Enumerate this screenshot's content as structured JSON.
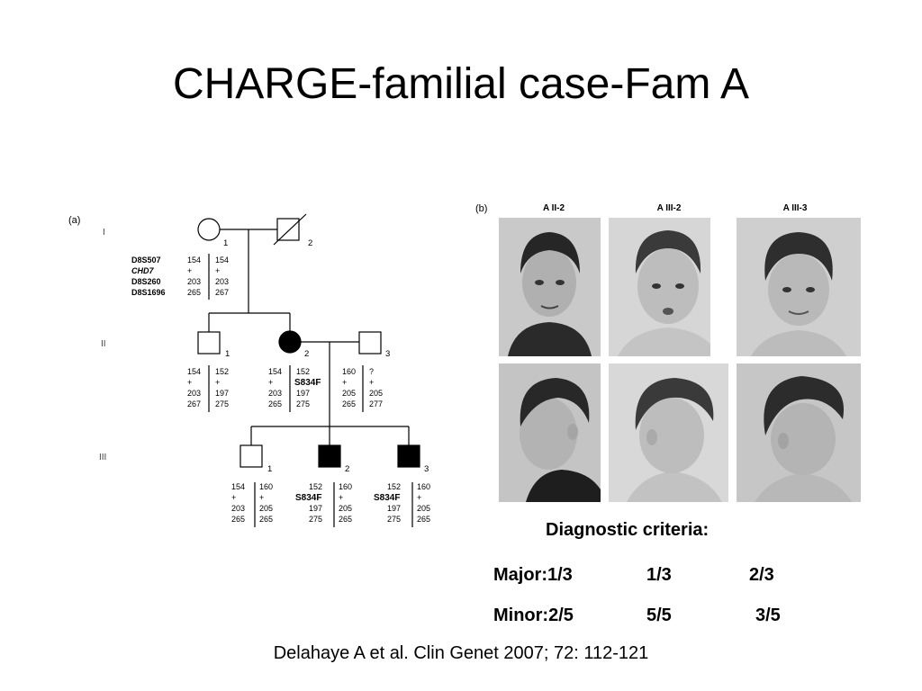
{
  "title": "CHARGE-familial case-Fam A",
  "panel_a": {
    "label": "(a)",
    "generations": [
      "I",
      "II",
      "III"
    ],
    "markers": [
      "D8S507",
      "CHD7",
      "D8S260",
      "D8S1696"
    ],
    "members": {
      "I1": {
        "num": "1",
        "left": [
          "154",
          "+",
          "203",
          "265"
        ],
        "right": [
          "154",
          "+",
          "203",
          "267"
        ]
      },
      "I2": {
        "num": "2"
      },
      "II1": {
        "num": "1",
        "left": [
          "154",
          "+",
          "203",
          "267"
        ],
        "right": [
          "152",
          "+",
          "197",
          "275"
        ]
      },
      "II2": {
        "num": "2",
        "left": [
          "154",
          "+",
          "203",
          "265"
        ],
        "right": [
          "152",
          "S834F",
          "197",
          "275"
        ]
      },
      "II3": {
        "num": "3",
        "left": [
          "160",
          "+",
          "205",
          "265"
        ],
        "right": [
          "?",
          "+",
          "205",
          "277"
        ]
      },
      "III1": {
        "num": "1",
        "left": [
          "154",
          "+",
          "203",
          "265"
        ],
        "right": [
          "160",
          "+",
          "205",
          "265"
        ]
      },
      "III2": {
        "num": "2",
        "left": [
          "152",
          "S834F",
          "197",
          "275"
        ],
        "right": [
          "160",
          "+",
          "205",
          "265"
        ]
      },
      "III3": {
        "num": "3",
        "left": [
          "152",
          "S834F",
          "197",
          "275"
        ],
        "right": [
          "160",
          "+",
          "205",
          "265"
        ]
      }
    }
  },
  "panel_b": {
    "label": "(b)",
    "columns": [
      "A II-2",
      "A III-2",
      "A III-3"
    ]
  },
  "criteria": {
    "heading": "Diagnostic criteria:",
    "major": {
      "label": "Major:1/3",
      "v2": "1/3",
      "v3": "2/3"
    },
    "minor": {
      "label": "Minor:2/5",
      "v2": "5/5",
      "v3": "3/5"
    }
  },
  "citation": "Delahaye A et al. Clin Genet 2007; 72: 112-121"
}
